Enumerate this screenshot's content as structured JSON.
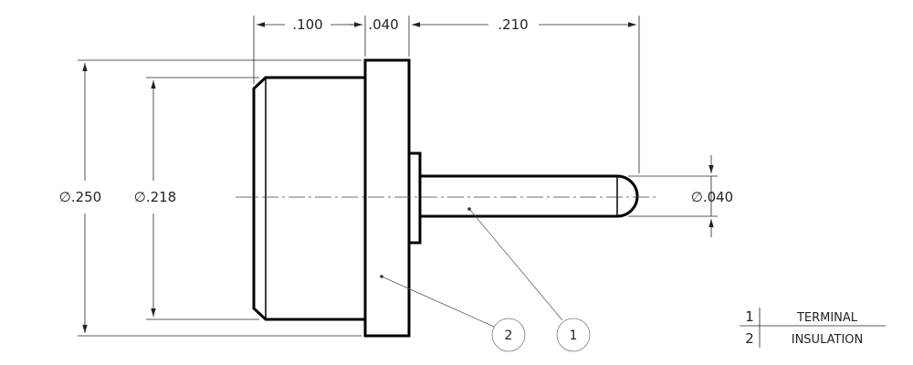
{
  "dimensions": {
    "insulation_length": ".100",
    "flange_thickness": ".040",
    "pin_length": ".210",
    "outer_diameter": "∅.250",
    "body_diameter": "∅.218",
    "pin_diameter": "∅.040"
  },
  "balloons": [
    {
      "number": "2"
    },
    {
      "number": "1"
    }
  ],
  "bom": {
    "rows": [
      {
        "item": "1",
        "description": "TERMINAL"
      },
      {
        "item": "2",
        "description": "INSULATION"
      }
    ]
  },
  "colors": {
    "outline": "#000000",
    "hatch": "#b8b8b8",
    "dimension": "#222222"
  }
}
